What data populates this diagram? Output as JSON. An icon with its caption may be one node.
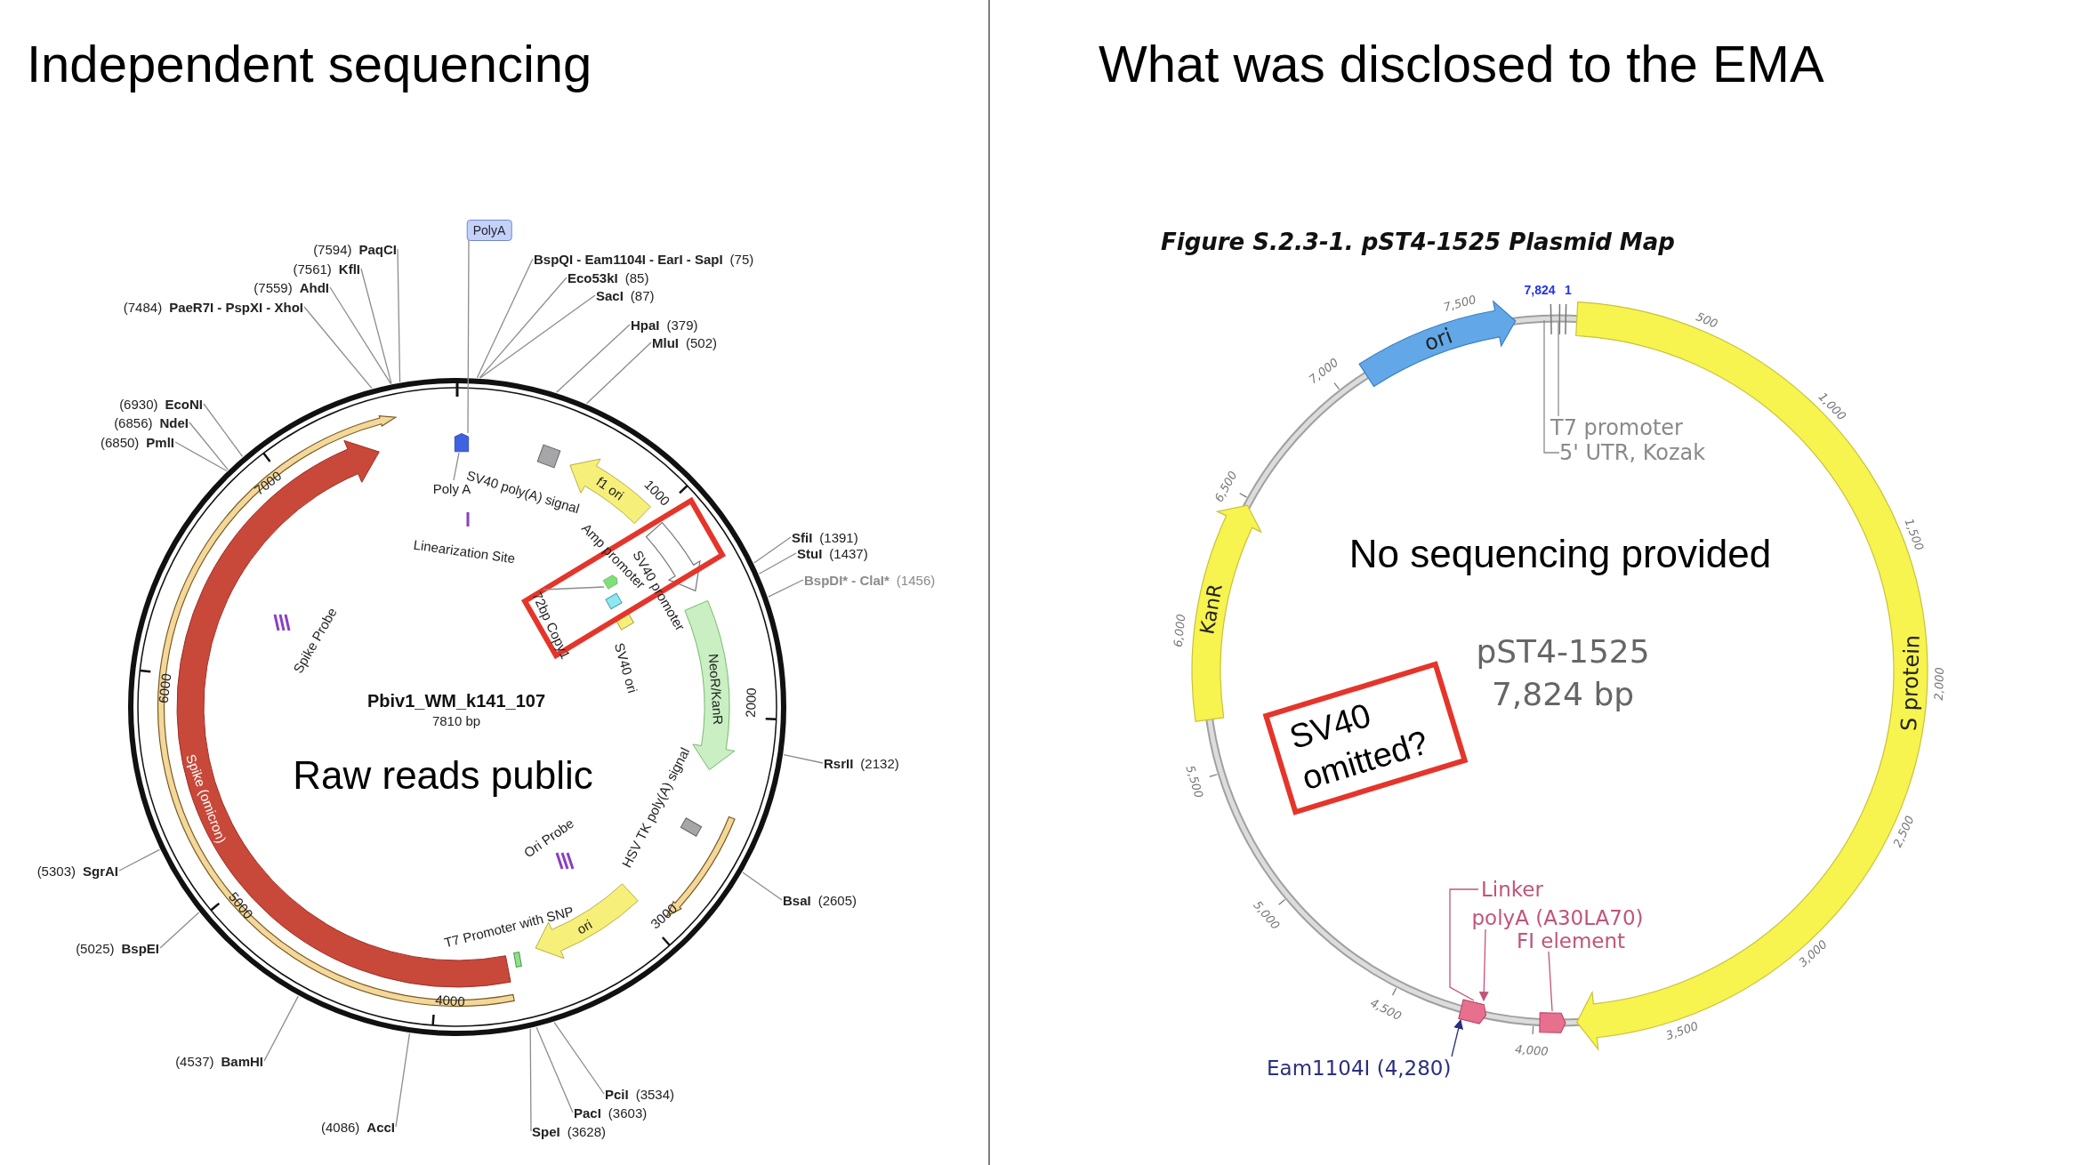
{
  "diagram": {
    "nodes": [
      {
        "text": [
          "PolyA"
        ]
      },
      {
        "text": [
          "(7594)",
          "PaqCI"
        ]
      },
      {
        "text": [
          "(7561)",
          "KflI"
        ]
      },
      {
        "text": [
          "(7559)",
          "AhdI"
        ]
      },
      {
        "text": [
          "(7484)",
          "PaeR7I - PspXI - XhoI"
        ]
      },
      {
        "text": [
          "BspQI - Eam1104I - EarI - SapI",
          "(75)"
        ]
      },
      {
        "text": [
          "Eco53kI",
          "(85)"
        ]
      },
      {
        "text": [
          "SacI",
          "(87)"
        ]
      },
      {
        "text": [
          "HpaI",
          "(379)"
        ]
      },
      {
        "text": [
          "MluI",
          "(502)"
        ]
      },
      {
        "text": [
          "(6930)",
          "EcoNI"
        ]
      },
      {
        "text": [
          "(6856)",
          "NdeI"
        ]
      },
      {
        "text": [
          "(6850)",
          "PmlI"
        ]
      },
      {
        "text": [
          "SfiI",
          "(1391)"
        ]
      },
      {
        "text": [
          "StuI",
          "(1437)"
        ]
      },
      {
        "text": [
          "BspDI* - ClaI*",
          "(1456)"
        ]
      },
      {
        "text": [
          "Poly A"
        ]
      },
      {
        "text": [
          "72bp Copy1"
        ]
      },
      {
        "text": [
          "RsrII",
          "(2132)"
        ]
      },
      {
        "text": [
          "(5303)",
          "SgrAI"
        ]
      },
      {
        "text": [
          "BsaI",
          "(2605)"
        ]
      },
      {
        "text": [
          "(5025)",
          "BspEI"
        ]
      },
      {
        "text": [
          "(4537)",
          "BamHI"
        ]
      },
      {
        "text": [
          "PciI",
          "(3534)"
        ]
      },
      {
        "text": [
          "PacI",
          "(3603)"
        ]
      },
      {
        "text": [
          "(4086)",
          "AccI"
        ]
      },
      {
        "text": [
          "SpeI",
          "(3628)"
        ]
      },
      {
        "text": [
          "T7 promoter"
        ]
      },
      {
        "text": [
          "5' UTR, Kozak"
        ]
      },
      {
        "text": [
          "SV40 omitted?"
        ]
      },
      {
        "text": [
          "Linker"
        ]
      },
      {
        "text": [
          "polyA (A30LA70)"
        ]
      },
      {
        "text": [
          "FI element"
        ]
      },
      {
        "text": [],
        "shape": "box"
      },
      {
        "text": [],
        "shape": "box"
      },
      {
        "text": [
          "Eam1104I (4,280)"
        ]
      },
      {
        "text": [],
        "shape": "box"
      },
      {
        "text": [],
        "shape": "box"
      }
    ],
    "edges": [
      {
        "from": 0,
        "to": 36,
        "arrow": "none"
      },
      {
        "from": 1,
        "to": null,
        "arrow": "none"
      },
      {
        "from": 2,
        "to": null,
        "arrow": "none"
      },
      {
        "from": 3,
        "to": null,
        "arrow": "none"
      },
      {
        "from": 4,
        "to": null,
        "arrow": "none"
      },
      {
        "from": 5,
        "to": null,
        "arrow": "none"
      },
      {
        "from": 6,
        "to": null,
        "arrow": "none"
      },
      {
        "from": 7,
        "to": null,
        "arrow": "none"
      },
      {
        "from": 8,
        "to": null,
        "arrow": "none"
      },
      {
        "from": 9,
        "to": null,
        "arrow": "none"
      },
      {
        "from": 10,
        "to": null,
        "arrow": "none"
      },
      {
        "from": 11,
        "to": null,
        "arrow": "none"
      },
      {
        "from": 12,
        "to": null,
        "arrow": "none"
      },
      {
        "from": 13,
        "to": null,
        "arrow": "none"
      },
      {
        "from": 14,
        "to": null,
        "arrow": "none"
      },
      {
        "from": 15,
        "to": null,
        "arrow": "none"
      },
      {
        "from": 16,
        "to": 36,
        "arrow": "none"
      },
      {
        "from": 17,
        "to": 37,
        "arrow": "none"
      },
      {
        "from": 18,
        "to": null,
        "arrow": "none"
      },
      {
        "from": 19,
        "to": null,
        "arrow": "none"
      },
      {
        "from": 20,
        "to": null,
        "arrow": "none"
      },
      {
        "from": 21,
        "to": null,
        "arrow": "none"
      },
      {
        "from": 22,
        "to": null,
        "arrow": "none"
      },
      {
        "from": 23,
        "to": null,
        "arrow": "none"
      },
      {
        "from": 24,
        "to": null,
        "arrow": "none"
      },
      {
        "from": 25,
        "to": null,
        "arrow": "none"
      },
      {
        "from": 26,
        "to": null,
        "arrow": "none"
      },
      {
        "from": 27,
        "to": null,
        "arrow": "none"
      },
      {
        "from": 28,
        "to": null,
        "arrow": "none"
      },
      {
        "from": 30,
        "to": 33,
        "arrow": "none",
        "color": "#c2547a"
      },
      {
        "from": 31,
        "to": 33,
        "arrow": "to",
        "color": "#c2547a"
      },
      {
        "from": 32,
        "to": 34,
        "arrow": "none",
        "color": "#c2547a"
      },
      {
        "from": 35,
        "to": 33,
        "arrow": "to",
        "color": "#2b2f7e"
      }
    ],
    "labels": [
      "Independent sequencing",
      "What was disclosed to the EMA",
      "Figure S.2.3-1. pST4-1525 Plasmid Map",
      "7000",
      "SV40 poly(A) signal",
      "f1 ori",
      "1000",
      "Amp promoter",
      "Linearization Site",
      "SV40 promoter",
      "Spike Probe",
      "SV40 ori",
      "NeoR/KanR",
      "6000",
      "2000",
      "Pbiv1_WM_k141_107",
      "7810 bp",
      "Spike (omicron)",
      "Raw reads public",
      "HSV TK poly(A) signal",
      "Ori Probe",
      "5000",
      "T7 Promoter with SNP",
      "ori",
      "3000",
      "4000",
      "7,824",
      "1",
      "7,500",
      "500",
      "ori",
      "7,000",
      "1,000",
      "6,500",
      "No sequencing provided",
      "1,500",
      "KanR",
      "6,000",
      "pST4-1525",
      "7,824 bp",
      "S protein",
      "2,000",
      "5,500",
      "2,500",
      "5,000",
      "3,000",
      "4,500",
      "4,000",
      "3,500"
    ]
  }
}
